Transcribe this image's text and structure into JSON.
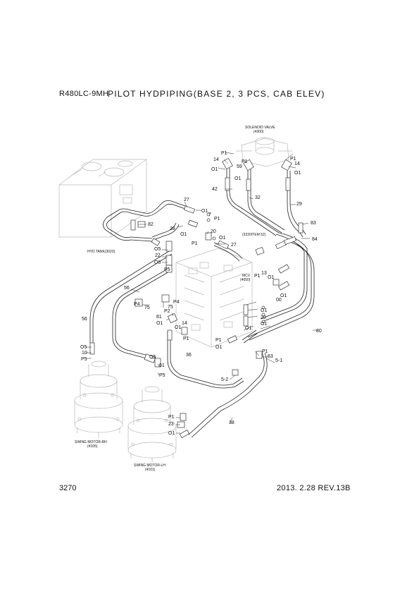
{
  "header": {
    "model": "R480LC-9MH",
    "title": "PILOT HYDPIPING(BASE 2, 3 PCS, CAB ELEV)"
  },
  "footer": {
    "page": "3270",
    "date_rev": "2013. 2.28  REV.13B"
  },
  "components": {
    "solenoid_valve": [
      "SOLENOID VALVE",
      "(4300)"
    ],
    "hyd_tank": "HYD TANK(3020)",
    "mcv": [
      "MCV",
      "(4050)"
    ],
    "item52": "(3220ITEM 52)",
    "swing_motor_rh": [
      "SWING MOTOR-RH",
      "(4105)"
    ],
    "swing_motor_lh": [
      "SWING MOTOR-LH",
      "(4101)"
    ]
  },
  "callouts": [
    {
      "id": "c-p1-a",
      "text": "P1"
    },
    {
      "id": "c-14-a",
      "text": "14"
    },
    {
      "id": "c-o1-a",
      "text": "O1"
    },
    {
      "id": "c-59",
      "text": "59"
    },
    {
      "id": "c-p1-b",
      "text": "P1"
    },
    {
      "id": "c-p1-c",
      "text": "P1"
    },
    {
      "id": "c-14-b",
      "text": "14"
    },
    {
      "id": "c-o1-b",
      "text": "O1"
    },
    {
      "id": "c-42",
      "text": "42"
    },
    {
      "id": "c-o1-c",
      "text": "O1"
    },
    {
      "id": "c-32",
      "text": "32"
    },
    {
      "id": "c-29",
      "text": "29"
    },
    {
      "id": "c-83",
      "text": "83"
    },
    {
      "id": "c-84",
      "text": "84"
    },
    {
      "id": "c-27-a",
      "text": "27"
    },
    {
      "id": "c-o1-d",
      "text": "O1"
    },
    {
      "id": "c-7",
      "text": "7"
    },
    {
      "id": "c-82",
      "text": "82"
    },
    {
      "id": "c-p1-d",
      "text": "P1"
    },
    {
      "id": "c-28",
      "text": "28"
    },
    {
      "id": "c-o1-e",
      "text": "O1"
    },
    {
      "id": "c-20-a",
      "text": "20"
    },
    {
      "id": "c-o1-f",
      "text": "O1"
    },
    {
      "id": "c-27-b",
      "text": "27"
    },
    {
      "id": "c-p1-e",
      "text": "P1"
    },
    {
      "id": "c-o5-a",
      "text": "O5"
    },
    {
      "id": "c-22",
      "text": "22"
    },
    {
      "id": "c-o5-b",
      "text": "O5"
    },
    {
      "id": "c-p5-a",
      "text": "P5"
    },
    {
      "id": "c-p1-f",
      "text": "P1"
    },
    {
      "id": "c-13",
      "text": "13"
    },
    {
      "id": "c-o1-g",
      "text": "O1"
    },
    {
      "id": "c-56-a",
      "text": "56"
    },
    {
      "id": "c-p4",
      "text": "P4"
    },
    {
      "id": "c-75-a",
      "text": "75"
    },
    {
      "id": "c-75-b",
      "text": "75"
    },
    {
      "id": "c-p4-b",
      "text": "P4"
    },
    {
      "id": "c-p2",
      "text": "P2"
    },
    {
      "id": "c-81",
      "text": "81"
    },
    {
      "id": "c-o1-h",
      "text": "O1"
    },
    {
      "id": "c-o1-i",
      "text": "O1"
    },
    {
      "id": "c-00",
      "text": "00"
    },
    {
      "id": "c-o1-j",
      "text": "O1"
    },
    {
      "id": "c-20-b",
      "text": "20"
    },
    {
      "id": "c-o1-k",
      "text": "O1"
    },
    {
      "id": "c-56-b",
      "text": "56"
    },
    {
      "id": "c-14-c",
      "text": "14"
    },
    {
      "id": "c-o1-l",
      "text": "O1"
    },
    {
      "id": "c-p1-g",
      "text": "P1"
    },
    {
      "id": "c-o1-m",
      "text": "O1"
    },
    {
      "id": "c-80",
      "text": "80"
    },
    {
      "id": "c-p1-h",
      "text": "P1"
    },
    {
      "id": "c-o1-n",
      "text": "O1"
    },
    {
      "id": "c-36",
      "text": "36"
    },
    {
      "id": "c-o5-c",
      "text": "O5"
    },
    {
      "id": "c-10",
      "text": "10"
    },
    {
      "id": "c-p5-b",
      "text": "P5"
    },
    {
      "id": "c-o5-d",
      "text": "O5"
    },
    {
      "id": "c-61",
      "text": "61"
    },
    {
      "id": "c-p5-c",
      "text": "P5"
    },
    {
      "id": "c-p1-i",
      "text": "P1"
    },
    {
      "id": "c-63",
      "text": "63"
    },
    {
      "id": "c-s1",
      "text": "5-1"
    },
    {
      "id": "c-s2",
      "text": "5-2"
    },
    {
      "id": "c-p1-j",
      "text": "P1"
    },
    {
      "id": "c-23",
      "text": "23"
    },
    {
      "id": "c-o1-o",
      "text": "O1"
    },
    {
      "id": "c-38",
      "text": "38"
    }
  ]
}
